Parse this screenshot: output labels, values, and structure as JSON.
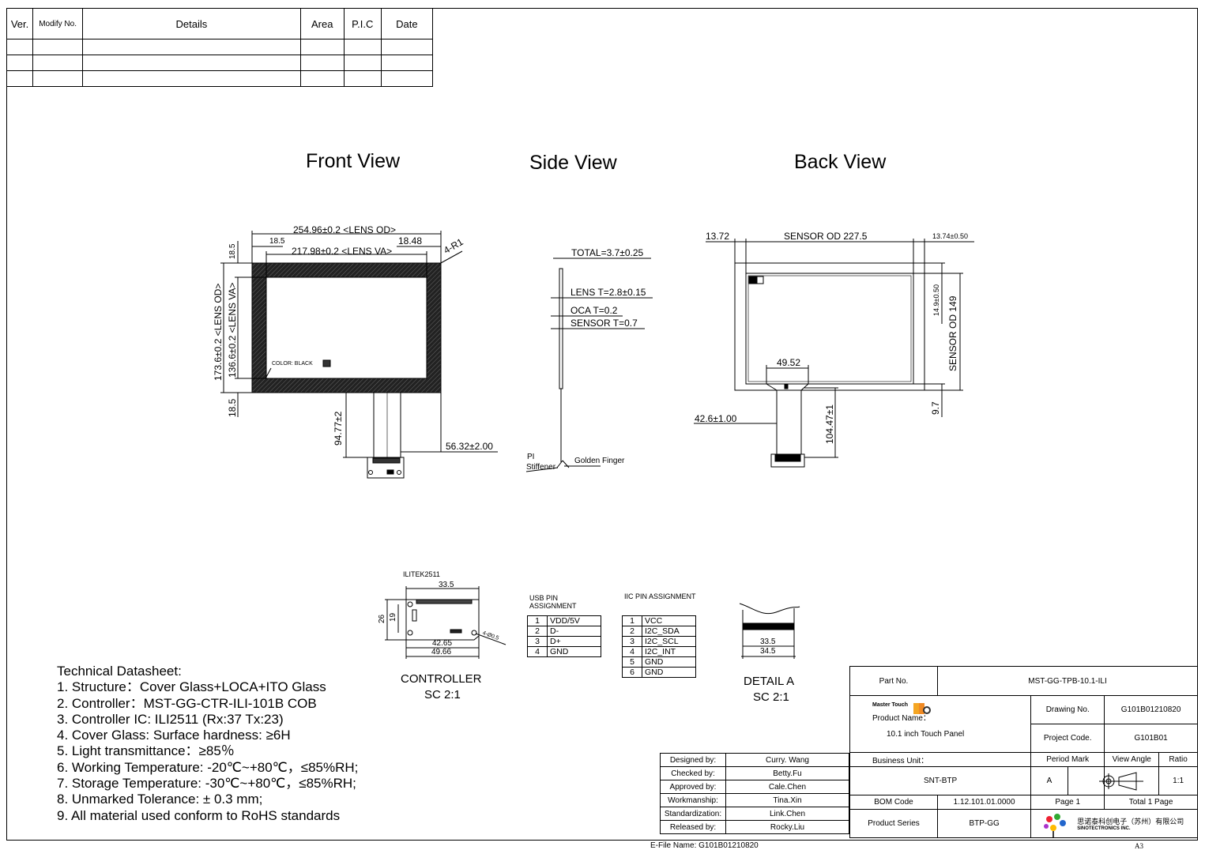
{
  "revision": {
    "headers": [
      "Ver.",
      "Modify No.",
      "Details",
      "Area",
      "P.I.C",
      "Date"
    ]
  },
  "views": {
    "front": "Front View",
    "side": "Side View",
    "back": "Back View"
  },
  "front": {
    "lens_od_w": "254.96±0.2 <LENS OD>",
    "lens_va_w": "217.98±0.2 <LENS VA>",
    "border_left": "18.5",
    "border_right": "18.48",
    "corner": "4-R1",
    "border_top": "18.5",
    "lens_od_h": "173.6±0.2 <LENS OD>",
    "lens_va_h": "136.6±0.2 <LENS VA>",
    "border_bottom": "18.5",
    "color": "COLOR: BLACK",
    "tail_len": "94.77±2",
    "tail_off": "56.32±2.00"
  },
  "side": {
    "total": "TOTAL=3.7±0.25",
    "lens": "LENS T=2.8±0.15",
    "oca": "OCA T=0.2",
    "sensor": "SENSOR T=0.7",
    "pi_1": "PI",
    "pi_2": "Stiffener",
    "golden": "Golden Finger"
  },
  "back": {
    "left": "13.72",
    "sensor_w": "SENSOR OD 227.5",
    "right": "13.74±0.50",
    "top": "14.9±0.50",
    "sensor_h": "SENSOR OD 149",
    "fpc_w": "49.52",
    "fpc_off": "42.6±1.00",
    "tail_len": "104.47±1",
    "bottom": "9.7"
  },
  "controller": {
    "chip": "ILITEK2511",
    "w_top": "33.5",
    "h1": "26",
    "h2": "19",
    "hole": "4-Ø0.5",
    "w_mid": "42.65",
    "w_bot": "49.66",
    "title": "CONTROLLER",
    "scale": "SC 2:1"
  },
  "usb": {
    "title_1": "USB PIN",
    "title_2": "ASSIGNMENT",
    "rows": [
      [
        "1",
        "VDD/5V"
      ],
      [
        "2",
        "D-"
      ],
      [
        "3",
        "D+"
      ],
      [
        "4",
        "GND"
      ]
    ]
  },
  "iic": {
    "title": "IIC PIN ASSIGNMENT",
    "rows": [
      [
        "1",
        "VCC"
      ],
      [
        "2",
        "I2C_SDA"
      ],
      [
        "3",
        "I2C_SCL"
      ],
      [
        "4",
        "I2C_INT"
      ],
      [
        "5",
        "GND"
      ],
      [
        "6",
        "GND"
      ]
    ]
  },
  "detail": {
    "w1": "33.5",
    "w2": "34.5",
    "title": "DETAIL A",
    "scale": "SC 2:1"
  },
  "datasheet": [
    "Technical Datasheet:",
    "1. Structure：Cover Glass+LOCA+ITO Glass",
    "2. Controller：MST-GG-CTR-ILI-101B    COB",
    "3. Controller IC: ILI2511 (Rx:37 Tx:23)",
    "4. Cover Glass: Surface hardness:  ≥6H",
    "5. Light transmittance：≥85％",
    "6. Working Temperature: -20℃~+80℃，≤85%RH;",
    "7. Storage Temperature: -30℃~+80℃，≤85%RH;",
    "8. Unmarked Tolerance: ± 0.3 mm;",
    "9. All material used conform to RoHS standards"
  ],
  "signoff": [
    [
      "Designed by:",
      "Curry. Wang"
    ],
    [
      "Checked by:",
      "Betty.Fu"
    ],
    [
      "Approved by:",
      "Cale.Chen"
    ],
    [
      "Workmanship:",
      "Tina.Xin"
    ],
    [
      "Standardization:",
      "Link.Chen"
    ],
    [
      "Released by:",
      "Rocky.Liu"
    ]
  ],
  "titleblock": {
    "part_no_label": "Part No.",
    "part_no": "MST-GG-TPB-10.1-ILI",
    "brand": "Master Touch",
    "product_name_label": "Product Name：",
    "product_name": "10.1 inch Touch Panel",
    "drawing_no_label": "Drawing No.",
    "drawing_no": "G101B01210820",
    "project_code_label": "Project Code.",
    "project_code": "G101B01",
    "business_unit_label": "Business Unit：",
    "business_unit": "SNT-BTP",
    "period_mark_label": "Period Mark",
    "period_mark": "A",
    "view_angle_label": "View Angle",
    "ratio_label": "Ratio",
    "ratio": "1:1",
    "bom_label": "BOM Code",
    "bom": "1.12.101.01.0000",
    "page": "Page 1",
    "total": "Total 1 Page",
    "series_label": "Product Series",
    "series": "BTP-GG",
    "company_cn": "思诺泰科创电子（苏州）有限公司",
    "company_en": "SINOTECTRONICS INC."
  },
  "footer": {
    "efile": "E-File Name:   G101B01210820",
    "size": "A3"
  }
}
